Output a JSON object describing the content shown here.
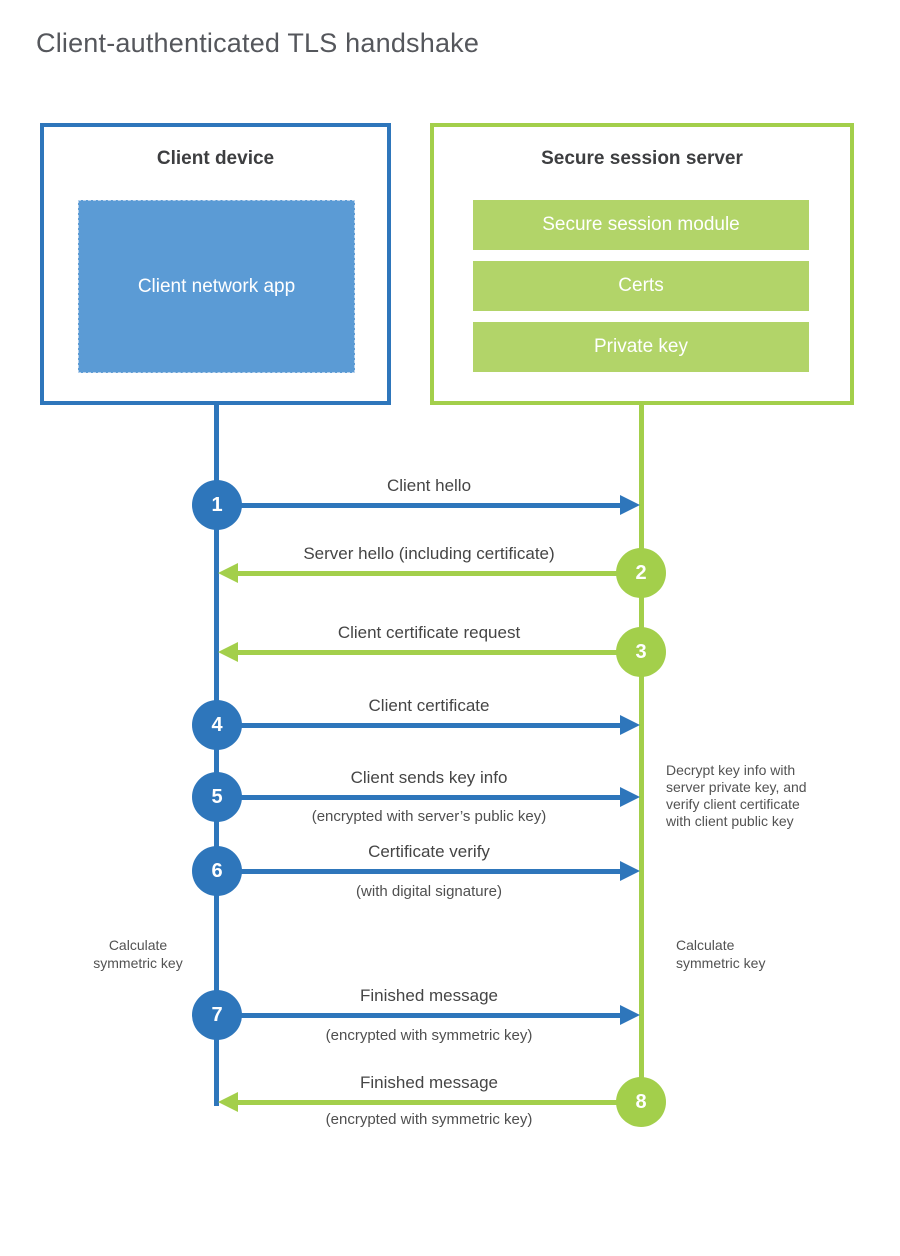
{
  "page": {
    "title": "Client-authenticated TLS handshake"
  },
  "colors": {
    "blue": "#2e76bb",
    "blue_fill": "#5b9bd5",
    "green": "#a3cf4b",
    "green_fill": "#b2d469",
    "heading_text": "#3d3e40",
    "title_text": "#55575c",
    "label_text": "#454545"
  },
  "client": {
    "title": "Client device",
    "app_label": "Client network app"
  },
  "server": {
    "title": "Secure session server",
    "modules": [
      {
        "label": "Secure session module"
      },
      {
        "label": "Certs"
      },
      {
        "label": "Private key"
      }
    ]
  },
  "messages": [
    {
      "num": "1",
      "direction": "right",
      "color": "blue",
      "label": "Client hello",
      "sub": ""
    },
    {
      "num": "2",
      "direction": "left",
      "color": "green",
      "label": "Server hello (including certificate)",
      "sub": ""
    },
    {
      "num": "3",
      "direction": "left",
      "color": "green",
      "label": "Client certificate request",
      "sub": ""
    },
    {
      "num": "4",
      "direction": "right",
      "color": "blue",
      "label": "Client certificate",
      "sub": ""
    },
    {
      "num": "5",
      "direction": "right",
      "color": "blue",
      "label": "Client sends key info",
      "sub": "(encrypted with server’s public key)"
    },
    {
      "num": "6",
      "direction": "right",
      "color": "blue",
      "label": "Certificate verify",
      "sub": "(with digital signature)"
    },
    {
      "num": "7",
      "direction": "right",
      "color": "blue",
      "label": "Finished message",
      "sub": "(encrypted with symmetric key)"
    },
    {
      "num": "8",
      "direction": "left",
      "color": "green",
      "label": "Finished message",
      "sub": "(encrypted with symmetric key)"
    }
  ],
  "notes": {
    "decrypt_lines": [
      "Decrypt key info with",
      "server private key, and",
      "verify client certificate",
      "with client public key"
    ],
    "calc_left": "Calculate symmetric key",
    "calc_right": "Calculate symmetric key"
  }
}
